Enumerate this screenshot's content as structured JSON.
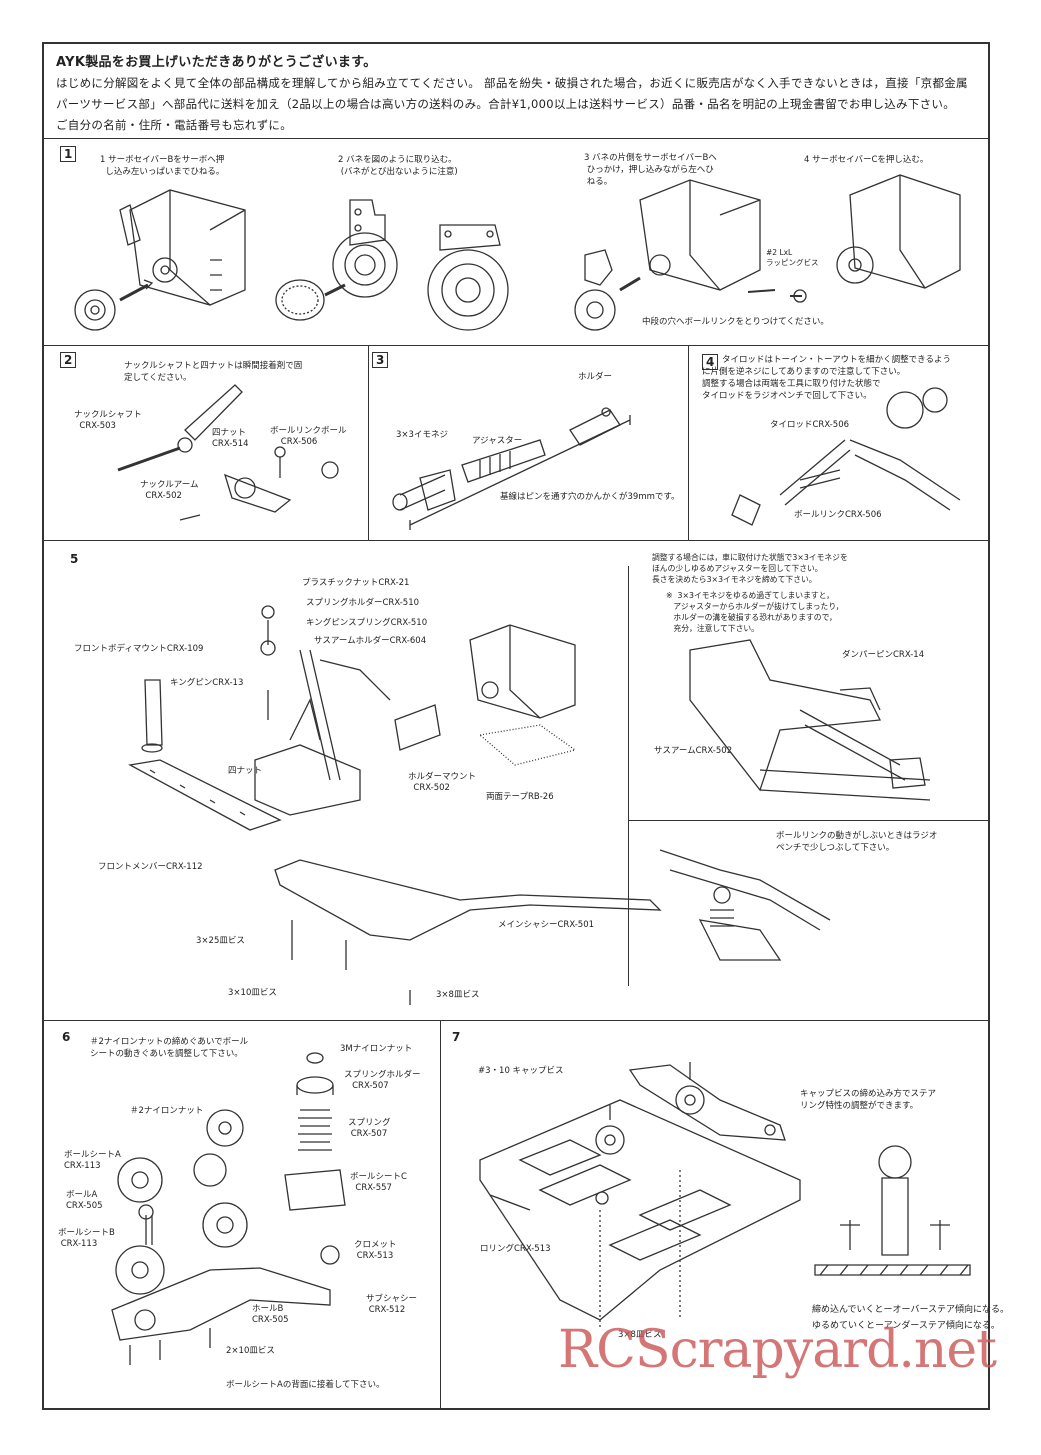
{
  "intro": {
    "line1": "AYK製品をお買上げいただきありがとうございます。",
    "line2": "はじめに分解図をよく見て全体の部品構成を理解してから組み立ててください。 部品を紛失・破損された場合，お近くに販売店がなく入手できないときは，直接「京都金属",
    "line3": "パーツサービス部」へ部品代に送料を加え（2品以上の場合は高い方の送料のみ。合計¥1,000以上は送料サービス）品番・品名を明記の上現金書留でお申し込み下さい。",
    "line4": "ご自分の名前・住所・電話番号も忘れずに。"
  },
  "s1": {
    "num": "1",
    "step1": "1 サーボセイバーBをサーボへ押\n  し込み左いっぱいまでひねる。",
    "step2": "2 バネを図のように取り込む。\n (バネがとび出ないように注意)",
    "step3": "3 バネの片側をサーボセイバーBへ\n ひっかけ，押し込みながら左へひ\n ねる。",
    "step4": "4 サーボセイバーCを押し込む。",
    "screw": "#2 LxL\nラッピングビス",
    "note": "中段の穴へボールリンクをとりつけてください。"
  },
  "s2": {
    "num": "2",
    "note": "ナックルシャフトと四ナットは瞬間接着剤で固\n定してください。",
    "p1": "ナックルシャフト\n  CRX-503",
    "p2": "四ナット\nCRX-514",
    "p3": "ボールリンクボール\n    CRX-506",
    "p4": "ナックルアーム\n  CRX-502"
  },
  "s3": {
    "num": "3",
    "p1": "3×3イモネジ",
    "p2": "アジャスター",
    "p3": "ホルダー",
    "note": "基線はピンを通す穴のかんかくが39mmです。"
  },
  "s4": {
    "num": "4",
    "note": "タイロッドはトーイン・トーアウトを細かく調整できるよう\nに片側を逆ネジにしてありますので注意して下さい。\n調整する場合は両端を工具に取り付けた状態で\nタイロッドをラジオペンチで回して下さい。",
    "p1": "タイロッドCRX-506",
    "p2": "ボールリンクCRX-506"
  },
  "s5": {
    "num": "5",
    "p1": "プラスチックナットCRX-21",
    "p2": "スプリングホルダーCRX-510",
    "p3": "キングピンスプリングCRX-510",
    "p4": "サスアームホルダーCRX-604",
    "p5": "フロントボディマウントCRX-109",
    "p6": "キングピンCRX-13",
    "p7": "四ナット",
    "p8": "ホルダーマウント\n  CRX-502",
    "p9": "両面テープRB-26",
    "p10": "フロントメンバーCRX-112",
    "p11": "メインシャシーCRX-501",
    "p12": "3×25皿ビス",
    "p13": "3×10皿ビス",
    "p14": "3×8皿ビス"
  },
  "s5r": {
    "note": "調整する場合には，車に取付けた状態で3×3イモネジを\nほんの少しゆるめアジャスターを回して下さい。\n長さを決めたら3×3イモネジを締めて下さい。",
    "warn": "※  3×3イモネジをゆるめ過ぎてしまいますと，\n   アジャスターからホルダーが抜けてしまったり，\n   ホルダーの溝を破損する恐れがありますので，\n   充分，注意して下さい。",
    "p1": "ダンパーピンCRX-14",
    "p2": "サスアームCRX-502",
    "note2": "ボールリンクの動きがしぶいときはラジオ\nペンチで少しつぶして下さい。"
  },
  "s6": {
    "num": "6",
    "note": "＃2ナイロンナットの締めぐあいでボール\nシートの動きぐあいを調整して下さい。",
    "p1": "3Mナイロンナット",
    "p2": "スプリングホルダー\n   CRX-507",
    "p3": "＃2ナイロンナット",
    "p4": "スプリング\n CRX-507",
    "p5": "ボールシートA\nCRX-113",
    "p6": "ボールA\nCRX-505",
    "p7": "ボールシートC\n  CRX-557",
    "p8": "ボールシートB\n CRX-113",
    "p9": "クロメット\n CRX-513",
    "p10": "ホールB\nCRX-505",
    "p11": "サブシャシー\n CRX-512",
    "p12": "2×10皿ビス",
    "p13": "ボールシートAの背面に接着して下さい。"
  },
  "s7": {
    "num": "7",
    "p1": "#3・10 キャップビス",
    "note": "キャップビスの締め込み方でステア\nリング特性の調整ができます。",
    "p2": "ロリングCRX-513",
    "p3": "3×8皿ビス",
    "note2": "締め込んでいくとーオーバーステア傾向になる。\nゆるめていくとーアンダーステア傾向になる。"
  },
  "watermark": "RCScrapyard.net"
}
